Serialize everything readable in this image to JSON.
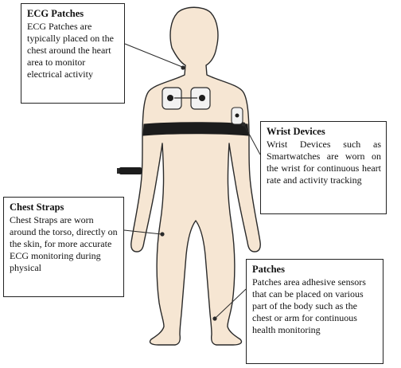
{
  "callouts": {
    "ecg": {
      "title": "ECG Patches",
      "text": "ECG Patches are typically placed on the chest around the heart area to monitor electrical activity"
    },
    "wrist": {
      "title": "Wrist Devices",
      "text": "Wrist Devices such as Smartwatches are worn on the wrist for continuous heart rate and activity tracking"
    },
    "chest": {
      "title": "Chest Straps",
      "text": "Chest Straps are worn around the torso, directly on the skin, for more accurate ECG monitoring during physical"
    },
    "patch": {
      "title": "Patches",
      "text": "Patches area adhesive sensors that can be placed on various part of the body such as the chest or arm for continuous health monitoring"
    }
  },
  "colors": {
    "skin": "#f6e6d3",
    "outline": "#2a2a2a",
    "strap": "#1c1c1c",
    "device_bg": "#f2f2f2"
  }
}
